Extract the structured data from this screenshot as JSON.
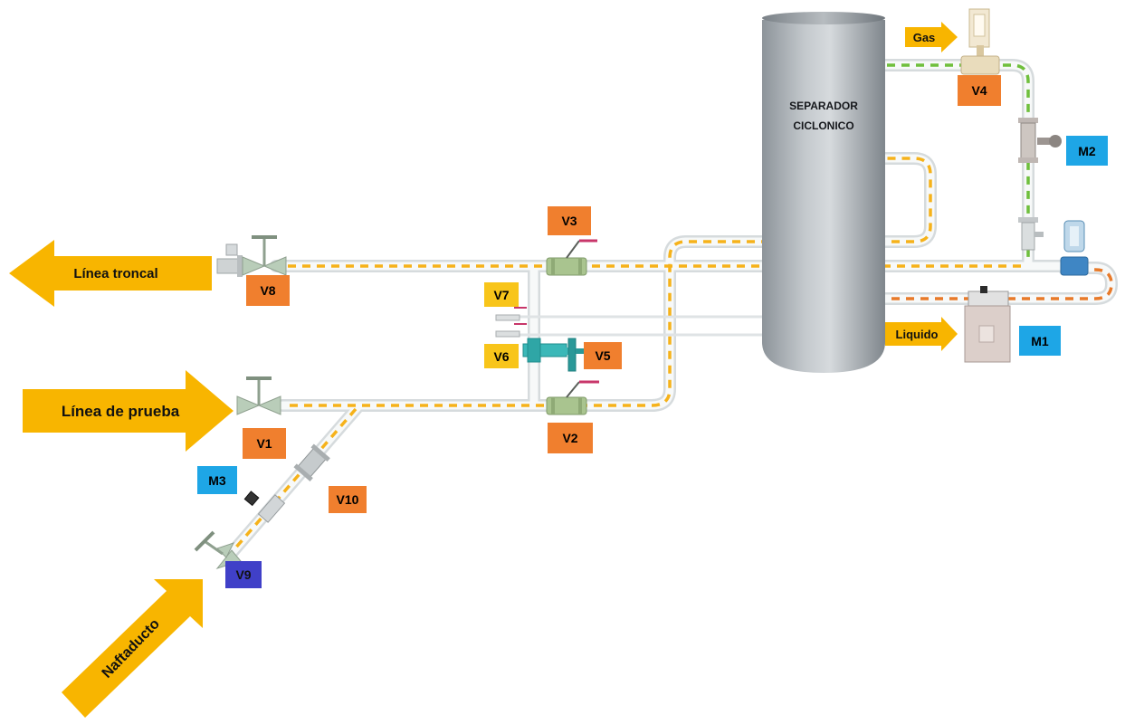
{
  "vessel": {
    "line1": "SEPARADOR",
    "line2": "CICLONICO"
  },
  "arrows": {
    "gas": "Gas",
    "liquido": "Liquido",
    "linea_troncal": "Línea troncal",
    "linea_prueba": "Línea de prueba",
    "naftaducto": "Naftaducto"
  },
  "valves": {
    "v1": "V1",
    "v2": "V2",
    "v3": "V3",
    "v4": "V4",
    "v5": "V5",
    "v6": "V6",
    "v7": "V7",
    "v8": "V8",
    "v9": "V9",
    "v10": "V10"
  },
  "meters": {
    "m1": "M1",
    "m2": "M2",
    "m3": "M3"
  },
  "colors": {
    "valve_tag": "#f07f2e",
    "valve_tag_yellow": "#f8c51a",
    "meter_tag": "#1ea6e6",
    "v9_tag": "#4040c8",
    "flow_arrow": "#f8b500",
    "gas_flow_dash": "#6fbf3c",
    "liquid_flow_dash": "#e87a2a",
    "main_flow_dash": "#f6b21a",
    "pipe": "#eef1f1",
    "vessel": "#a9b0b6"
  },
  "icons": [
    "gate-valve-icon",
    "ball-valve-icon",
    "control-valve-icon",
    "flow-meter-icon",
    "pressure-gauge-icon"
  ]
}
